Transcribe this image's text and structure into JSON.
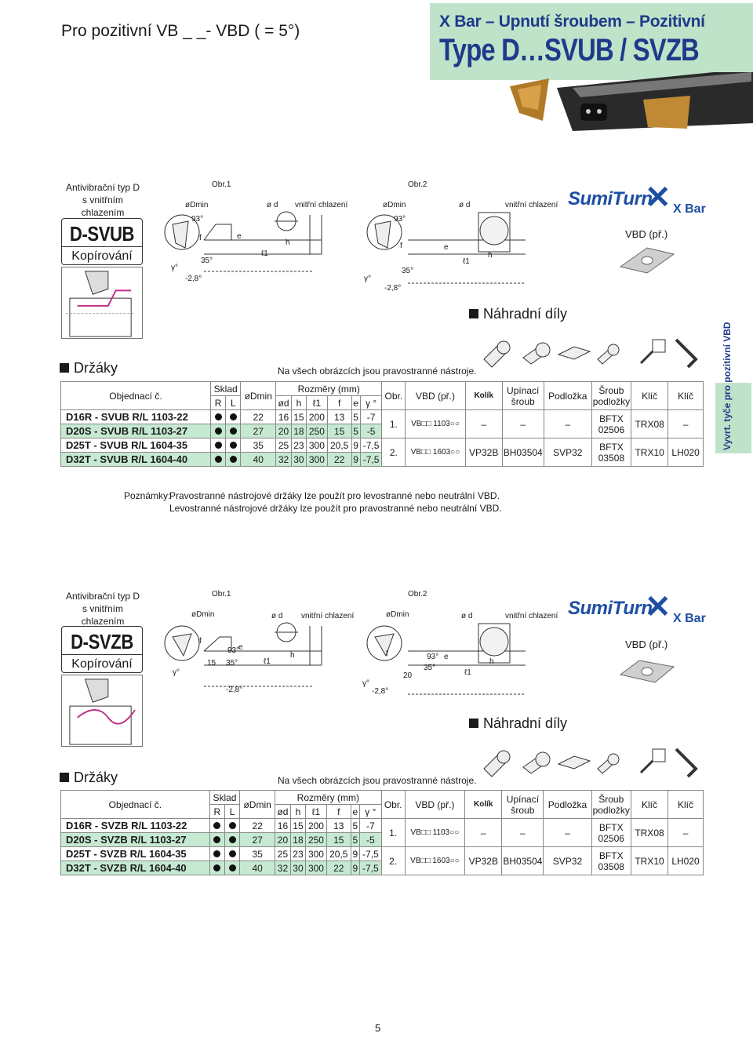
{
  "header": {
    "left_title": "Pro pozitivní VB _ _- VBD  (   = 5°)",
    "right_subtitle": "X Bar – Upnutí šroubem – Pozitivní",
    "right_title": "Type D…SVUB / SVZB"
  },
  "side_tab": "Vyvrt. tyče pro pozitivní VBD",
  "page_number": "5",
  "sections": [
    {
      "anti_line1": "Antivibrační typ D",
      "anti_line2": "s vnitřním  chlazením",
      "code": "D-SVUB",
      "kind": "Kopírování",
      "obr1": "Obr.1",
      "obr2": "Obr.2",
      "dmin": "øDmin",
      "od": "ø d",
      "coolant": "vnitřní chlazení",
      "dims": {
        "a93": "93°",
        "a35": "35°",
        "a28": "-2,8°",
        "gamma": "γ°",
        "l1": "ℓ1",
        "h": "h",
        "e": "e",
        "f": "f"
      },
      "logo": "SumiTurn",
      "xbar": "X Bar",
      "vbd_label": "VBD  (př.)",
      "spare_title": "Náhradní díly",
      "holders_title": "Držáky",
      "note_all": "Na všech obrázcích jsou pravostranné nástroje.",
      "table": {
        "col_order": "Objednací č.",
        "col_stock": "Sklad",
        "col_R": "R",
        "col_L": "L",
        "col_dmin": "øDmin",
        "col_dims": "Rozměry (mm)",
        "col_d": "ød",
        "col_h": "h",
        "col_l1": "ℓ1",
        "col_f": "f",
        "col_e": "e",
        "col_g": "γ °",
        "col_obr": "Obr.",
        "col_vbd": "VBD (př.)",
        "col_kolik": "Kolík",
        "col_upinaci": "Upínací šroub",
        "col_podlozka": "Podložka",
        "col_sroub": "Šroub podložky",
        "col_klic1": "Klíč",
        "col_klic2": "Klíč",
        "rows": [
          {
            "code": "D16R - SVUB R/L 1103-22",
            "dmin": "22",
            "d": "16",
            "h": "15",
            "l1": "200",
            "f": "13",
            "e": "5",
            "g": "-7"
          },
          {
            "code": "D20S - SVUB R/L 1103-27",
            "dmin": "27",
            "d": "20",
            "h": "18",
            "l1": "250",
            "f": "15",
            "e": "5",
            "g": "-5"
          },
          {
            "code": "D25T - SVUB R/L 1604-35",
            "dmin": "35",
            "d": "25",
            "h": "23",
            "l1": "300",
            "f": "20,5",
            "e": "9",
            "g": "-7,5"
          },
          {
            "code": "D32T - SVUB R/L 1604-40",
            "dmin": "40",
            "d": "32",
            "h": "30",
            "l1": "300",
            "f": "22",
            "e": "9",
            "g": "-7,5"
          }
        ],
        "obr_a": "1.",
        "obr_b": "2.",
        "vbd_a": "VB□□ 1103○○",
        "vbd_b": "VB□□ 1603○○",
        "dash": "–",
        "kolik_b": "VP32B",
        "upinaci_b": "BH03504",
        "podlozka_b": "SVP32",
        "sroub_a": "BFTX 02506",
        "sroub_b": "BFTX 03508",
        "klic_a": "TRX08",
        "klic_b": "TRX10",
        "klic2_b": "LH020"
      },
      "remark_label": "Poznámky:",
      "remark_1": "Pravostranné nástrojové držáky lze použít pro levostranné nebo neutrální VBD.",
      "remark_2": "Levostranné nástrojové držáky lze použít pro pravostranné nebo neutrální VBD."
    },
    {
      "anti_line1": "Antivibrační typ D",
      "anti_line2": "s vnitřním  chlazením",
      "code": "D-SVZB",
      "kind": "Kopírování",
      "obr1": "Obr.1",
      "obr2": "Obr.2",
      "dmin": "øDmin",
      "od": "ø d",
      "coolant": "vnitřní chlazení",
      "dims": {
        "a93": "93°",
        "a35": "35°",
        "a28": "-2,8°",
        "gamma": "γ°",
        "l1": "ℓ1",
        "h": "h",
        "e": "e",
        "f": "f",
        "d15": "15",
        "d20": "20"
      },
      "logo": "SumiTurn",
      "xbar": "X Bar",
      "vbd_label": "VBD  (př.)",
      "spare_title": "Náhradní díly",
      "holders_title": "Držáky",
      "note_all": "Na všech obrázcích jsou pravostranné nástroje.",
      "table": {
        "col_order": "Objednací č.",
        "col_stock": "Sklad",
        "col_R": "R",
        "col_L": "L",
        "col_dmin": "øDmin",
        "col_dims": "Rozměry (mm)",
        "col_d": "ød",
        "col_h": "h",
        "col_l1": "ℓ1",
        "col_f": "f",
        "col_e": "e",
        "col_g": "γ °",
        "col_obr": "Obr.",
        "col_vbd": "VBD (př.)",
        "col_kolik": "Kolík",
        "col_upinaci": "Upínací šroub",
        "col_podlozka": "Podložka",
        "col_sroub": "Šroub podložky",
        "col_klic1": "Klíč",
        "col_klic2": "Klíč",
        "rows": [
          {
            "code": "D16R - SVZB R/L 1103-22",
            "dmin": "22",
            "d": "16",
            "h": "15",
            "l1": "200",
            "f": "13",
            "e": "5",
            "g": "-7"
          },
          {
            "code": "D20S - SVZB R/L 1103-27",
            "dmin": "27",
            "d": "20",
            "h": "18",
            "l1": "250",
            "f": "15",
            "e": "5",
            "g": "-5"
          },
          {
            "code": "D25T - SVZB R/L 1604-35",
            "dmin": "35",
            "d": "25",
            "h": "23",
            "l1": "300",
            "f": "20,5",
            "e": "9",
            "g": "-7,5"
          },
          {
            "code": "D32T - SVZB R/L 1604-40",
            "dmin": "40",
            "d": "32",
            "h": "30",
            "l1": "300",
            "f": "22",
            "e": "9",
            "g": "-7,5"
          }
        ],
        "obr_a": "1.",
        "obr_b": "2.",
        "vbd_a": "VB□□ 1103○○",
        "vbd_b": "VB□□ 1603○○",
        "dash": "–",
        "kolik_b": "VP32B",
        "upinaci_b": "BH03504",
        "podlozka_b": "SVP32",
        "sroub_a": "BFTX 02506",
        "sroub_b": "BFTX 03508",
        "klic_a": "TRX08",
        "klic_b": "TRX10",
        "klic2_b": "LH020"
      }
    }
  ]
}
